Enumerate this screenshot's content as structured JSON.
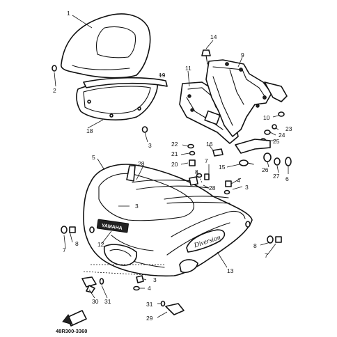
{
  "diagram": {
    "drawing_code": "48R300-3360",
    "badge_text": "Diversion",
    "decal_text": "YAMAHA",
    "callouts": {
      "c1": "1",
      "c2": "2",
      "c3a": "3",
      "c3b": "3",
      "c3c": "3",
      "c3d": "3",
      "c4a": "4",
      "c4b": "4",
      "c5": "5",
      "c6": "6",
      "c7a": "7",
      "c7b": "7",
      "c7c": "7",
      "c8a": "8",
      "c8b": "8",
      "c8c": "8",
      "c9": "9",
      "c10": "10",
      "c11": "11",
      "c12": "12",
      "c13": "13",
      "c14": "14",
      "c15": "15",
      "c16": "16",
      "c18": "18",
      "c19": "19",
      "c20": "20",
      "c21": "21",
      "c22": "22",
      "c23": "23",
      "c24": "24",
      "c25": "25",
      "c26": "26",
      "c27": "27",
      "c28a": "28",
      "c28b": "28",
      "c29": "29",
      "c30": "30",
      "c31a": "31",
      "c31b": "31"
    }
  }
}
